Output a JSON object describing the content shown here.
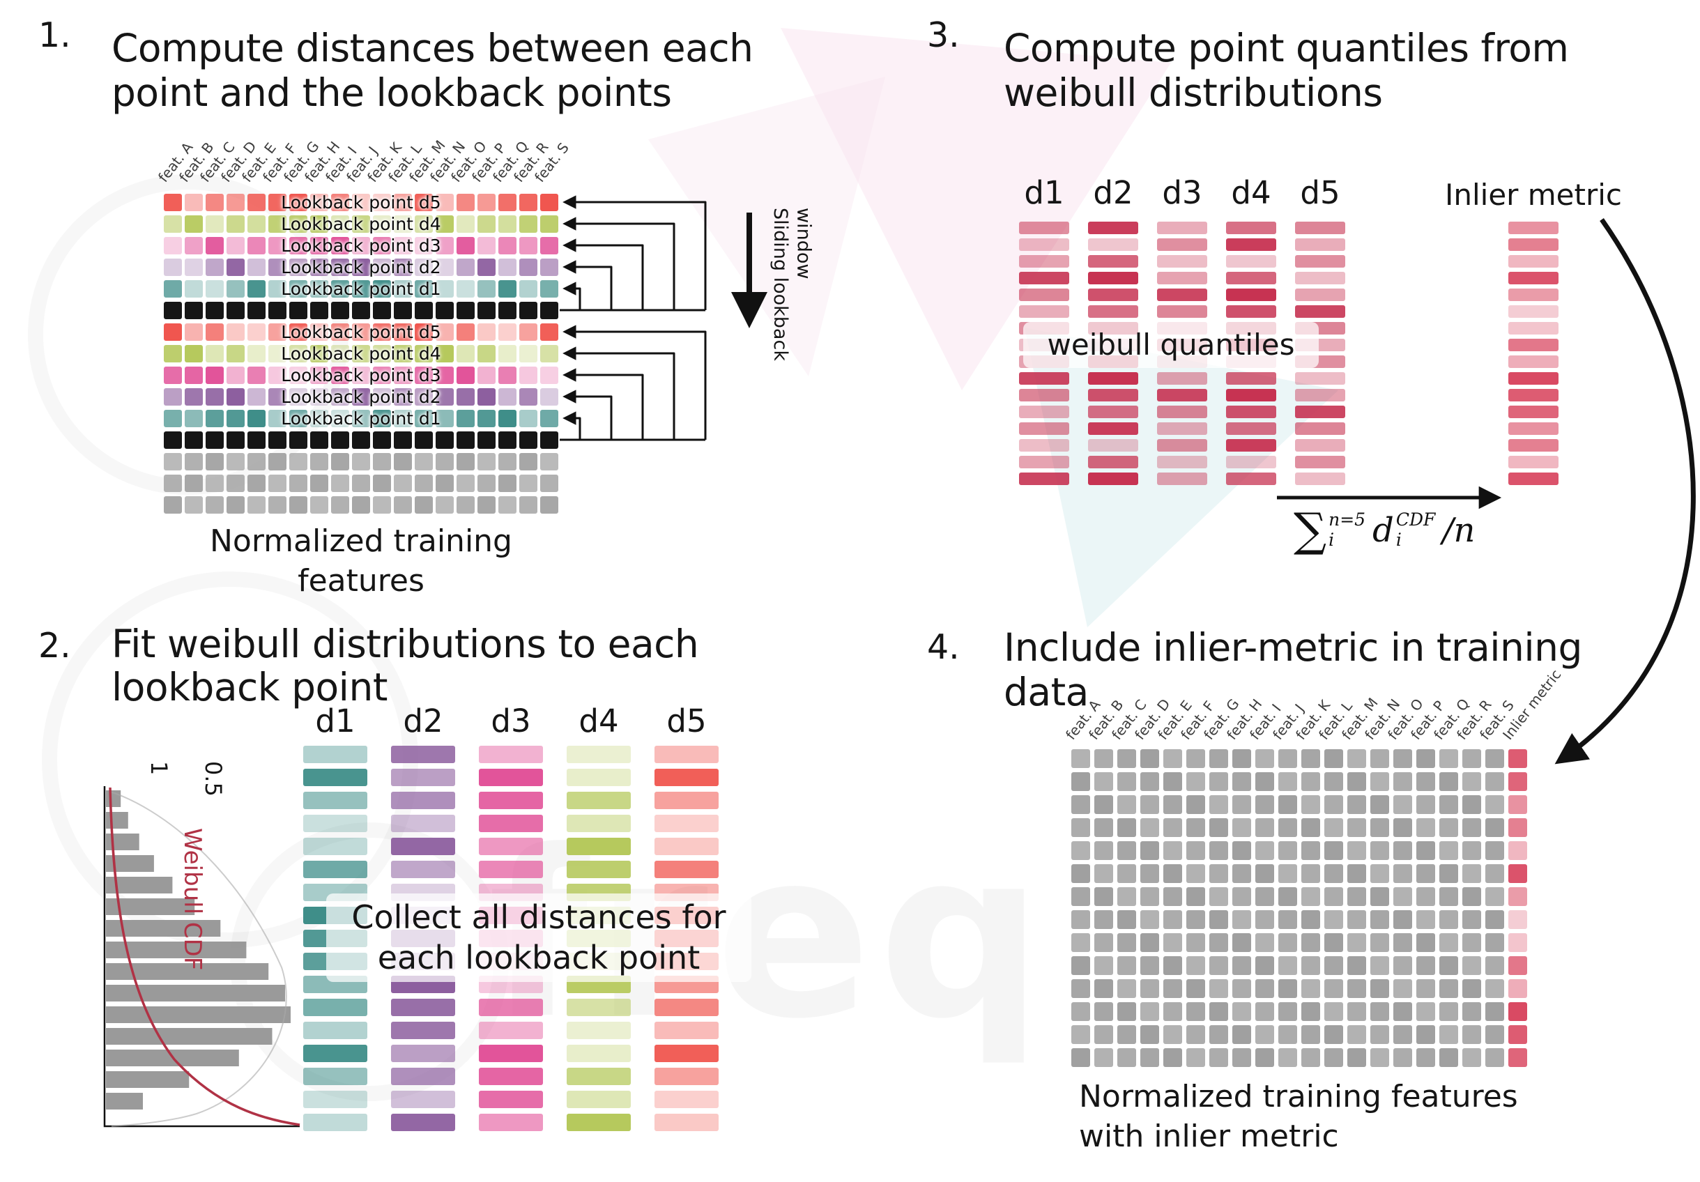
{
  "watermark": {
    "text": "freq"
  },
  "features": [
    "feat. A",
    "feat. B",
    "feat. C",
    "feat. D",
    "feat. E",
    "feat. F",
    "feat. G",
    "feat. H",
    "feat. I",
    "feat. J",
    "feat. K",
    "feat. L",
    "feat. M",
    "feat. N",
    "feat. O",
    "feat. P",
    "feat. Q",
    "feat. R",
    "feat. S"
  ],
  "colors": {
    "d1": "#3f8e89",
    "d2": "#8d5f9f",
    "d3": "#e2549a",
    "d4": "#b6c95d",
    "d5": "#f0564f",
    "black": "#161616",
    "gray": "#a0a0a0",
    "quantile": "#c73352",
    "inlier": "#d94a63",
    "grid_gray": "#9c9c9c",
    "cdf_curve": "#b03245",
    "hist_bar": "#8f8f8f"
  },
  "panel1": {
    "number": "1.",
    "title_lines": [
      "Compute distances between each",
      "point and the lookback points"
    ],
    "caption": "Normalized training features",
    "sliding_label": "Sliding lookback window",
    "rows": [
      {
        "kind": "d5",
        "label": "Lookback point d5"
      },
      {
        "kind": "d4",
        "label": "Lookback point d4"
      },
      {
        "kind": "d3",
        "label": "Lookback point d3"
      },
      {
        "kind": "d2",
        "label": "Lookback point d2"
      },
      {
        "kind": "d1",
        "label": "Lookback point d1"
      },
      {
        "kind": "black"
      },
      {
        "kind": "d5",
        "label": "Lookback point d5"
      },
      {
        "kind": "d4",
        "label": "Lookback point d4"
      },
      {
        "kind": "d3",
        "label": "Lookback point d3"
      },
      {
        "kind": "d2",
        "label": "Lookback point d2"
      },
      {
        "kind": "d1",
        "label": "Lookback point d1"
      },
      {
        "kind": "black"
      },
      {
        "kind": "gray"
      },
      {
        "kind": "gray"
      },
      {
        "kind": "gray"
      }
    ]
  },
  "panel2": {
    "number": "2.",
    "title_lines": [
      "Fit weibull distributions to each",
      "lookback point"
    ],
    "overlay_lines": [
      "Collect all distances for",
      "each lookback point"
    ],
    "plot": {
      "label": "Weibull CDF",
      "ticks": [
        "1",
        "0.5"
      ],
      "bars": [
        0.08,
        0.12,
        0.18,
        0.26,
        0.36,
        0.48,
        0.62,
        0.76,
        0.88,
        0.97,
        1.0,
        0.9,
        0.72,
        0.45,
        0.2
      ]
    },
    "columns": [
      {
        "name": "d1",
        "kind": "d1",
        "bars": 17
      },
      {
        "name": "d2",
        "kind": "d2",
        "bars": 17
      },
      {
        "name": "d3",
        "kind": "d3",
        "bars": 17
      },
      {
        "name": "d4",
        "kind": "d4",
        "bars": 17
      },
      {
        "name": "d5",
        "kind": "d5",
        "bars": 17
      }
    ]
  },
  "panel3": {
    "number": "3.",
    "title_lines": [
      "Compute point quantiles from",
      "weibull distributions"
    ],
    "overlay": "weibull quantiles",
    "columns": [
      "d1",
      "d2",
      "d3",
      "d4",
      "d5"
    ],
    "bars_per_column": 16,
    "inlier_label": "Inlier metric",
    "formula": {
      "sigma": "∑",
      "upper": "n=5",
      "lower": "i",
      "var": "d",
      "var_sup": "CDF",
      "var_sub": "i",
      "divisor": "/n"
    }
  },
  "panel4": {
    "number": "4.",
    "title_lines": [
      "Include inlier-metric in training",
      "data"
    ],
    "caption_lines": [
      "Normalized training features",
      "with inlier metric"
    ],
    "inlier_col_label": "Inlier metric",
    "rows": 14
  }
}
